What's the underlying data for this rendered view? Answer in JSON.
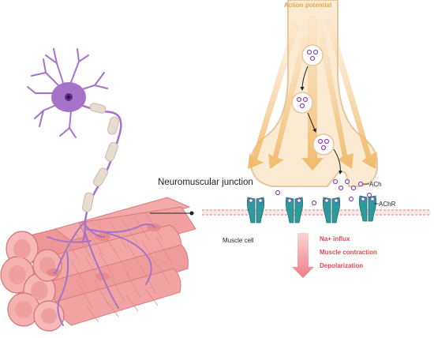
{
  "labels": {
    "title": "Neuromuscular junction",
    "action_potential": "Action potential",
    "ach": "ACh",
    "achr": "AChR",
    "muscle_cell": "Muscle cell"
  },
  "effects": [
    "Na+ influx",
    "Muscle contraction",
    "Depolarization"
  ],
  "colors": {
    "neuron": "#a673c9",
    "myelin": "#e6ddd0",
    "axon_terminal": "#fcebd3",
    "terminal_outline": "#e6c79d",
    "action_potential": "#f1c079",
    "muscle": "#f2a2a2",
    "muscle_dark": "#d97a7a",
    "receptor": "#2f9a9c",
    "vesicle": "#8a4ab5",
    "effect_text": "#e24a54"
  }
}
